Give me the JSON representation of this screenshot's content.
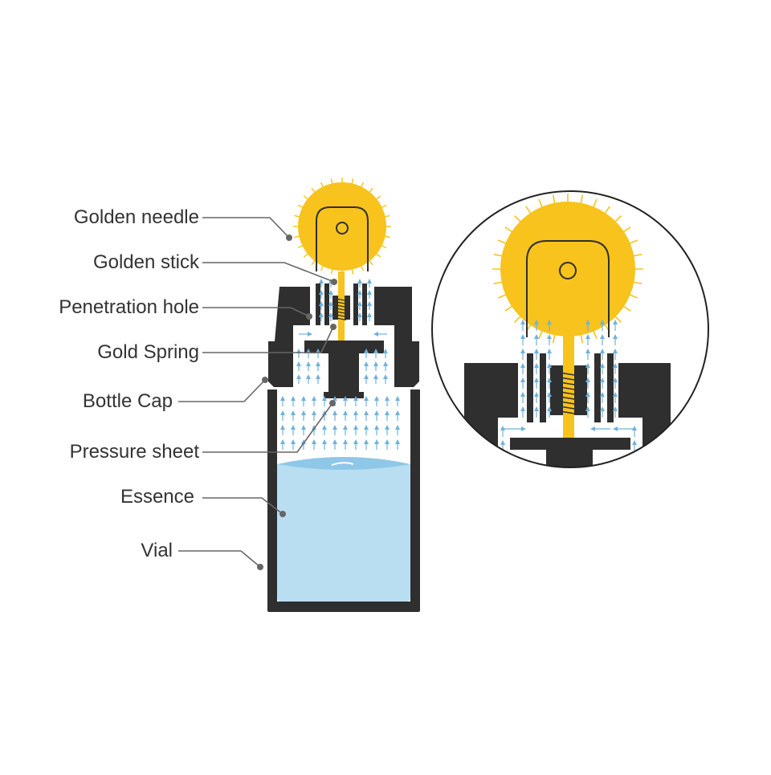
{
  "labels": {
    "golden_needle": "Golden needle",
    "golden_stick": "Golden stick",
    "penetration_hole": "Penetration hole",
    "gold_spring": "Gold Spring",
    "bottle_cap": "Bottle Cap",
    "pressure_sheet": "Pressure sheet",
    "essence": "Essence",
    "vial": "Vial"
  },
  "colors": {
    "body": "#2f2f2f",
    "gold": "#f7c31c",
    "essence": "#b9def2",
    "essence_edge": "#8ec7e8",
    "arrow": "#6fb2dc",
    "leader": "#666666"
  }
}
